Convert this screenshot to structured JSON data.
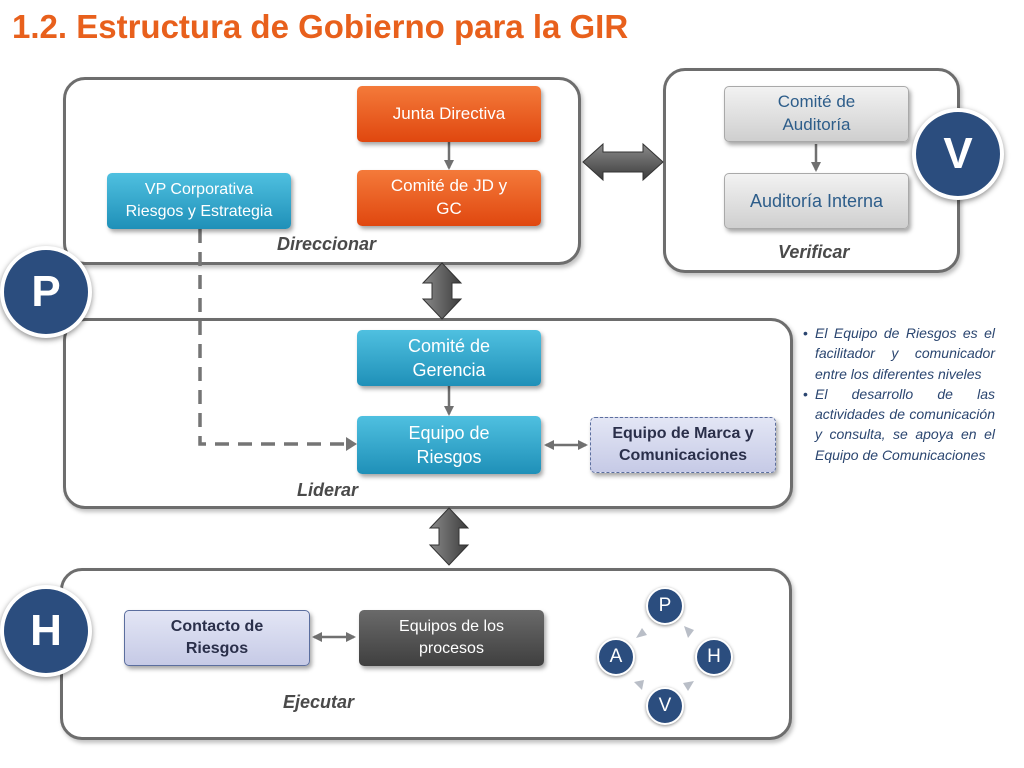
{
  "title": "1.2. Estructura de Gobierno para la GIR",
  "colors": {
    "title": "#e8601c",
    "orange_box": "#e0470f",
    "blue_box": "#1f90b8",
    "circle": "#2b4d7e",
    "panel_border": "#6d6d6d",
    "notes_text": "#2b4670"
  },
  "panels": {
    "direccionar": {
      "label": "Direccionar"
    },
    "verificar": {
      "label": "Verificar"
    },
    "liderar": {
      "label": "Liderar"
    },
    "ejecutar": {
      "label": "Ejecutar"
    }
  },
  "boxes": {
    "junta_directiva": "Junta Directiva",
    "comite_jd_gc_line1": "Comité de JD y",
    "comite_jd_gc_line2": "GC",
    "vp_corporativa_line1": "VP Corporativa",
    "vp_corporativa_line2": "Riesgos y Estrategia",
    "comite_auditoria_line1": "Comité de",
    "comite_auditoria_line2": "Auditoría",
    "auditoria_interna": "Auditoría Interna",
    "comite_gerencia_line1": "Comité de",
    "comite_gerencia_line2": "Gerencia",
    "equipo_riesgos_line1": "Equipo de",
    "equipo_riesgos_line2": "Riesgos",
    "equipo_marca_line1": "Equipo de Marca y",
    "equipo_marca_line2": "Comunicaciones",
    "contacto_riesgos_line1": "Contacto de",
    "contacto_riesgos_line2": "Riesgos",
    "equipos_procesos_line1": "Equipos de los",
    "equipos_procesos_line2": "procesos"
  },
  "phase_badges": {
    "p": "P",
    "v": "V",
    "h": "H"
  },
  "cycle": {
    "p": "P",
    "h": "H",
    "v": "V",
    "a": "A"
  },
  "notes": [
    "El Equipo de Riesgos es el facilitador y comunicador entre los diferentes niveles",
    "El desarrollo de las actividades de comunicación y consulta, se apoya en el Equipo de Comunicaciones"
  ],
  "icons": {
    "double_arrow": "double-headed-block-arrow",
    "arrow_down": "arrow-down",
    "cycle_arrow": "chevron-cycle-arrow"
  }
}
